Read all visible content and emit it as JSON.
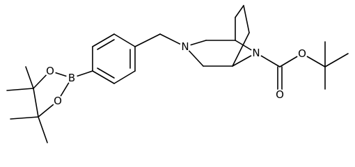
{
  "molecule": {
    "atoms": {
      "B": "B",
      "O_upper": "O",
      "O_lower": "O",
      "N_ring": "N",
      "N_bridge": "N",
      "O_carbonyl": "O",
      "O_ester": "O"
    }
  },
  "colors": {
    "bond": "#000000",
    "label": "#000000",
    "background": "#ffffff"
  }
}
